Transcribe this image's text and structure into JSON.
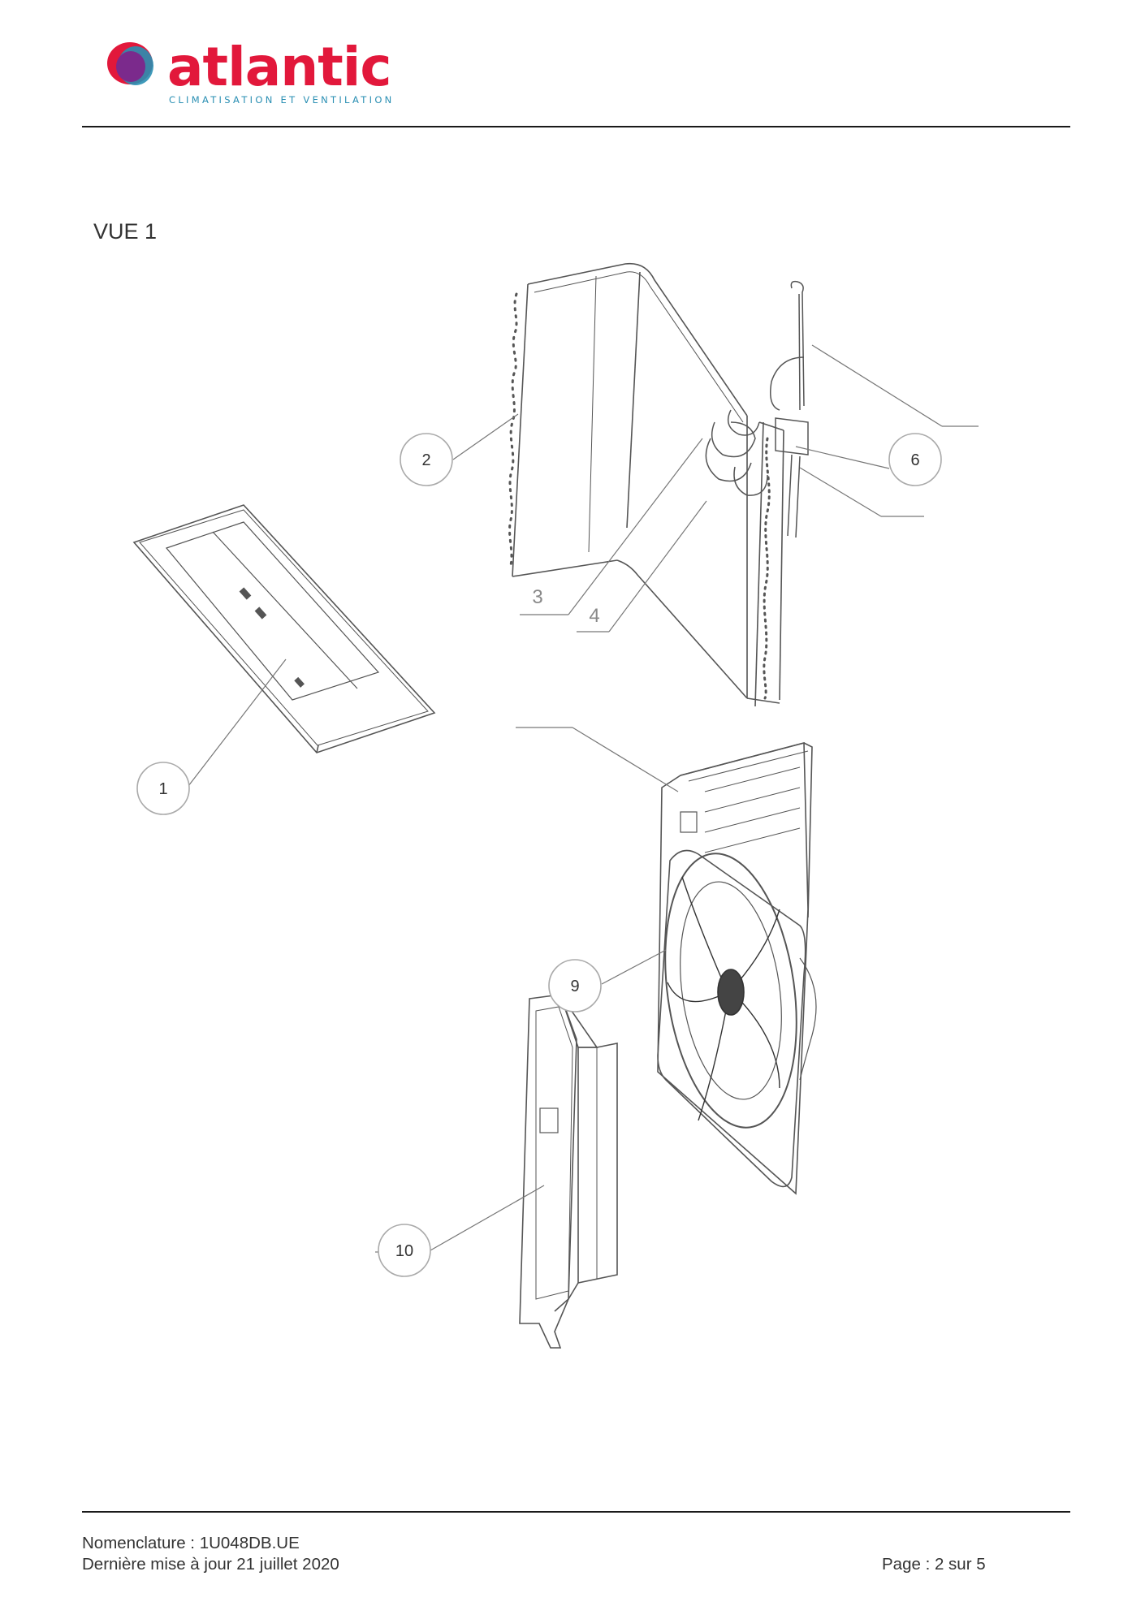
{
  "brand": {
    "name": "atlantic",
    "tagline": "CLIMATISATION ET VENTILATION",
    "colors": {
      "red": "#e2183b",
      "blue": "#2a8fb3",
      "purple": "#7b2a8c"
    }
  },
  "view": {
    "title": "VUE 1"
  },
  "callouts": [
    {
      "id": "1",
      "label": "1"
    },
    {
      "id": "2",
      "label": "2"
    },
    {
      "id": "3",
      "label": "3"
    },
    {
      "id": "4",
      "label": "4"
    },
    {
      "id": "6",
      "label": "6"
    },
    {
      "id": "9",
      "label": "9"
    },
    {
      "id": "10",
      "label": "10"
    }
  ],
  "footer": {
    "nomenclature": "Nomenclature : 1U048DB.UE",
    "updated": "Dernière mise à jour 21 juillet 2020",
    "page": "Page : 2 sur 5"
  }
}
